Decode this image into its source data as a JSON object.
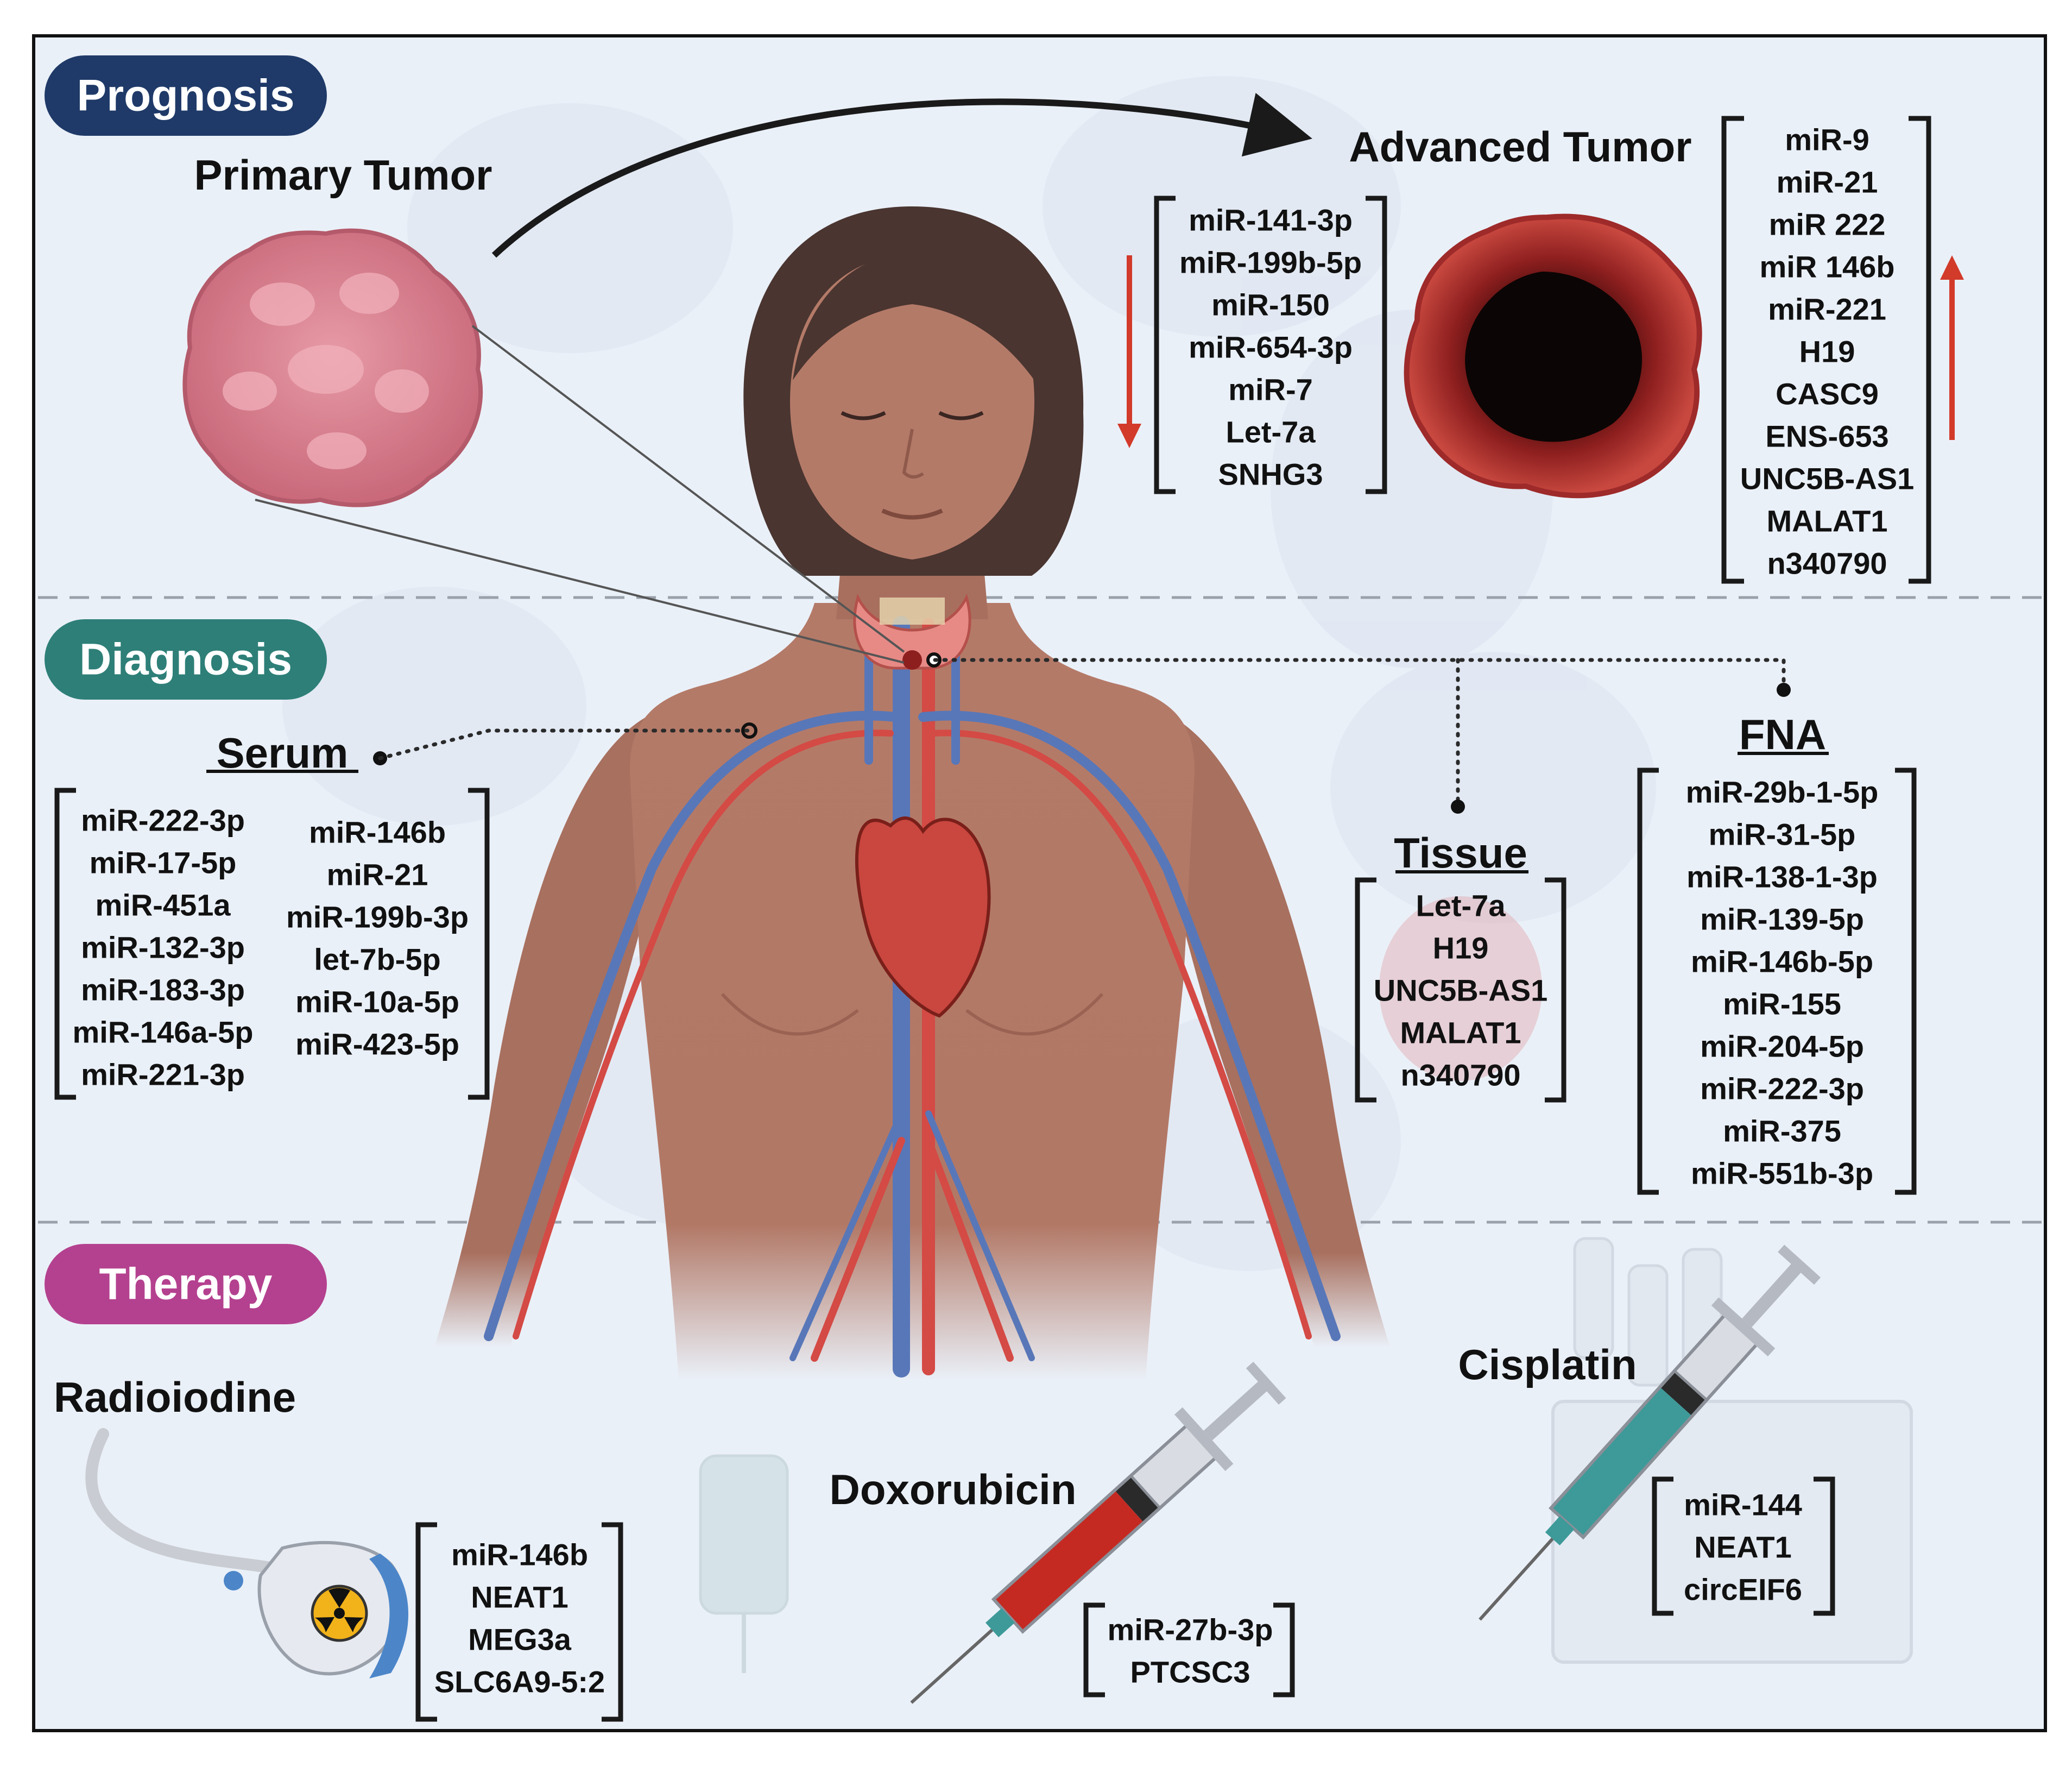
{
  "sections": {
    "prognosis": "Prognosis",
    "diagnosis": "Diagnosis",
    "therapy": "Therapy"
  },
  "prognosis": {
    "primary_label": "Primary Tumor",
    "advanced_label": "Advanced Tumor",
    "down_list": [
      "miR-141-3p",
      "miR-199b-5p",
      "miR-150",
      "miR-654-3p",
      "miR-7",
      "Let-7a",
      "SNHG3"
    ],
    "up_list": [
      "miR-9",
      "miR-21",
      "miR 222",
      "miR 146b",
      "miR-221",
      "H19",
      "CASC9",
      "ENS-653",
      "UNC5B-AS1",
      "MALAT1",
      "n340790"
    ]
  },
  "diagnosis": {
    "serum_label": "Serum",
    "serum_left": [
      "miR-222-3p",
      "miR-17-5p",
      "miR-451a",
      "miR-132-3p",
      "miR-183-3p",
      "miR-146a-5p",
      "miR-221-3p"
    ],
    "serum_right": [
      "miR-146b",
      "miR-21",
      "miR-199b-3p",
      "let-7b-5p",
      "miR-10a-5p",
      "miR-423-5p"
    ],
    "tissue_label": "Tissue",
    "tissue_list": [
      "Let-7a",
      "H19",
      "UNC5B-AS1",
      "MALAT1",
      "n340790"
    ],
    "fna_label": "FNA",
    "fna_list": [
      "miR-29b-1-5p",
      "miR-31-5p",
      "miR-138-1-3p",
      "miR-139-5p",
      "miR-146b-5p",
      "miR-155",
      "miR-204-5p",
      "miR-222-3p",
      "miR-375",
      "miR-551b-3p"
    ]
  },
  "therapy": {
    "radioiodine_label": "Radioiodine",
    "radioiodine_list": [
      "miR-146b",
      "NEAT1",
      "MEG3a",
      "SLC6A9-5:2"
    ],
    "doxorubicin_label": "Doxorubicin",
    "doxorubicin_list": [
      "miR-27b-3p",
      "PTCSC3"
    ],
    "cisplatin_label": "Cisplatin",
    "cisplatin_list": [
      "miR-144",
      "NEAT1",
      "circEIF6"
    ]
  },
  "colors": {
    "prognosis_pill": "#1f3a68",
    "diagnosis_pill": "#2e7f78",
    "therapy_pill": "#b4418f",
    "background": "#eaf0f8",
    "arrow_red": "#d23a2a",
    "skin": "#b47a68",
    "hair": "#4a3530"
  },
  "icons": {
    "primary_tumor": "tumor-mass-icon",
    "advanced_tumor": "necrotic-tumor-icon",
    "probe": "ultrasound-probe-icon",
    "radiation": "radiation-icon",
    "syringe": "syringe-icon"
  }
}
